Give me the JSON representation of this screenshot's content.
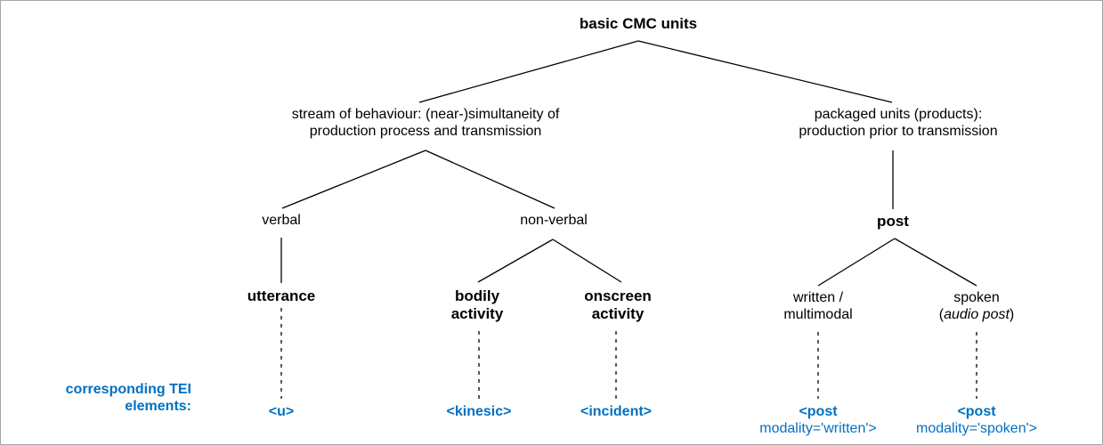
{
  "diagram": {
    "title_node": "basic CMC units",
    "accent_blue": "#0070C0",
    "line_color": "#000000",
    "border_color": "#a6a6a6",
    "background": "#ffffff",
    "level2": {
      "left": "stream of behaviour: (near-)simultaneity of\nproduction process and transmission",
      "right": "packaged units (products):\nproduction prior to transmission"
    },
    "level3": {
      "verbal": "verbal",
      "non_verbal": "non-verbal",
      "post": "post"
    },
    "level4": {
      "utterance": "utterance",
      "bodily_activity": "bodily\nactivity",
      "onscreen_activity": "onscreen\nactivity",
      "written_multimodal": "written /\nmultimodal",
      "spoken_line1": "spoken",
      "spoken_line2_open": "(",
      "spoken_line2_italic": "audio post",
      "spoken_line2_close": ")"
    },
    "tei": {
      "legend": "corresponding TEI\nelements:",
      "u": "<u>",
      "kinesic": "<kinesic>",
      "incident": "<incident>",
      "post_written_tag": "<post",
      "post_written_attr": "modality='written'>",
      "post_spoken_tag": "<post",
      "post_spoken_attr": "modality='spoken'>"
    }
  }
}
